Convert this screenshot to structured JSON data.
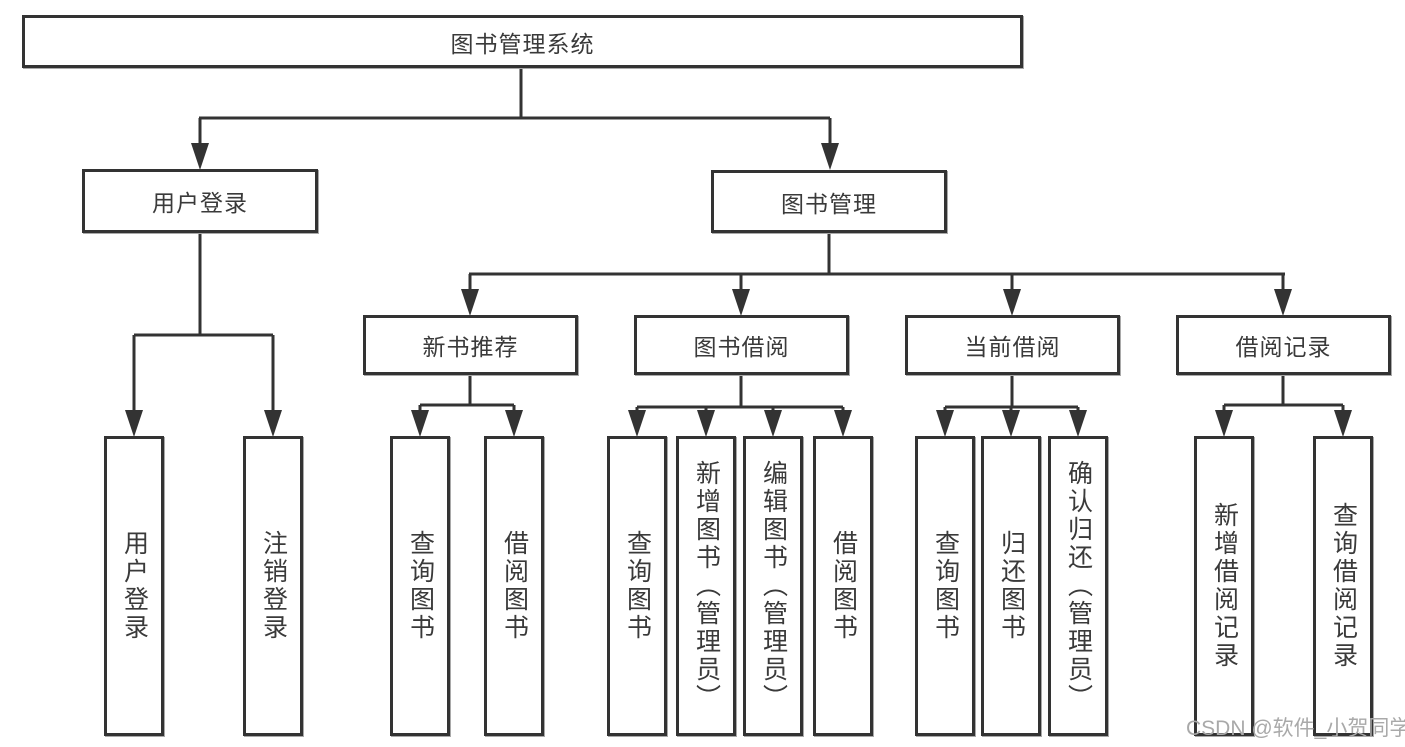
{
  "diagram": {
    "tree": {
      "label": "图书管理系统",
      "children": [
        {
          "label": "用户登录",
          "children": [
            {
              "label": "用户登录"
            },
            {
              "label": "注销登录"
            }
          ]
        },
        {
          "label": "图书管理",
          "children": [
            {
              "label": "新书推荐",
              "children": [
                {
                  "label": "查询图书"
                },
                {
                  "label": "借阅图书"
                }
              ]
            },
            {
              "label": "图书借阅",
              "children": [
                {
                  "label": "查询图书"
                },
                {
                  "label": "新增图书（管理员）"
                },
                {
                  "label": "编辑图书（管理员）"
                },
                {
                  "label": "借阅图书"
                }
              ]
            },
            {
              "label": "当前借阅",
              "children": [
                {
                  "label": "查询图书"
                },
                {
                  "label": "归还图书"
                },
                {
                  "label": "确认归还（管理员）"
                }
              ]
            },
            {
              "label": "借阅记录",
              "children": [
                {
                  "label": "新增借阅记录"
                },
                {
                  "label": "查询借阅记录"
                }
              ]
            }
          ]
        }
      ]
    },
    "colors": {
      "line": "#333333",
      "text": "#3a3a3a",
      "box_fill": "#ffffff",
      "watermark": "#a9a9a9"
    }
  },
  "watermark": {
    "text": "CSDN @软件_小贺同学"
  }
}
